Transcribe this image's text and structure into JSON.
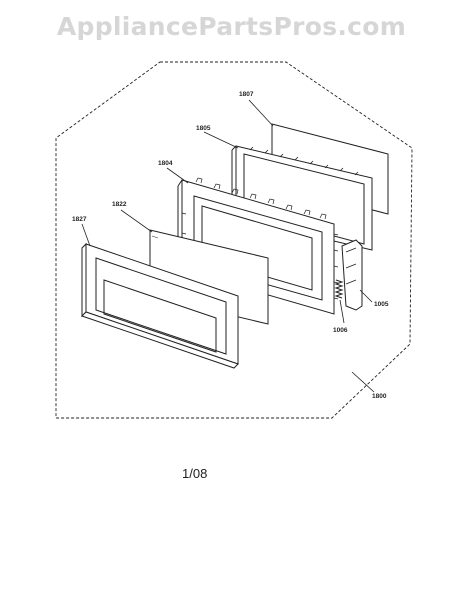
{
  "watermark": "AppliancePartsPros.com",
  "callouts": {
    "c1807": "1807",
    "c1805": "1805",
    "c1804": "1804",
    "c1822": "1822",
    "c1827": "1827",
    "c1005": "1005",
    "c1006": "1006",
    "c1800": "1800"
  },
  "page_number": "1/08"
}
